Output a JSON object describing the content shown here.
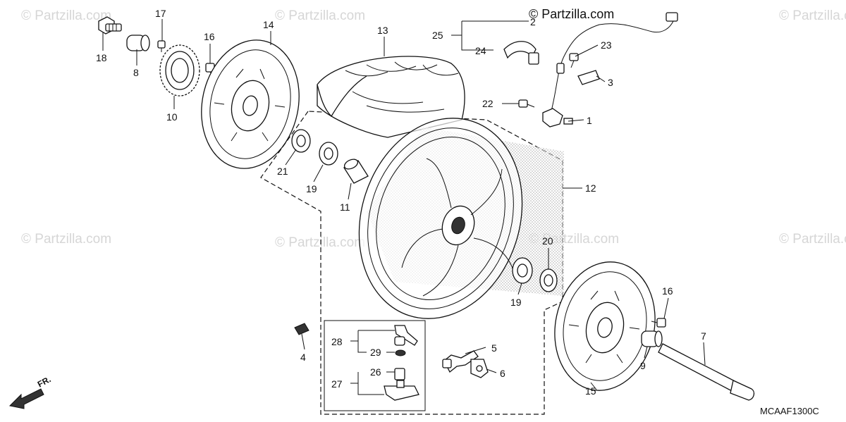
{
  "watermark": {
    "text": "© Partzilla.com",
    "header_text": "© Partzilla.com"
  },
  "diagram": {
    "code": "MCAAF1300C",
    "direction_label": "FR.",
    "callouts": [
      "1",
      "2",
      "3",
      "4",
      "5",
      "6",
      "7",
      "8",
      "9",
      "10",
      "11",
      "12",
      "13",
      "14",
      "15",
      "16",
      "16",
      "17",
      "18",
      "19",
      "19",
      "20",
      "21",
      "22",
      "23",
      "24",
      "25",
      "26",
      "27",
      "28",
      "29"
    ]
  },
  "colors": {
    "line": "#111111",
    "watermark": "#d6d6d6",
    "shading": "#9a9a9a"
  }
}
